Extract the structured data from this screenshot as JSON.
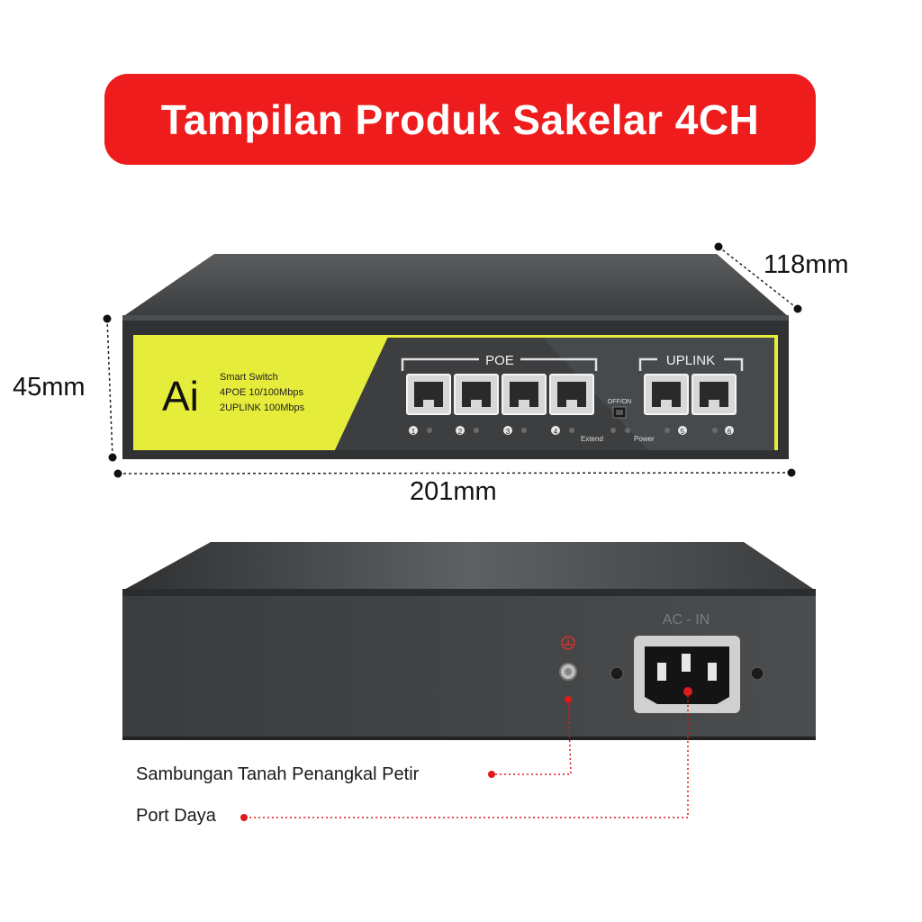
{
  "title": "Tampilan Produk Sakelar 4CH",
  "dimensions": {
    "depth": "118mm",
    "height": "45mm",
    "width": "201mm"
  },
  "front_panel": {
    "logo": "Ai",
    "model_lines": [
      "Smart Switch",
      "4POE 10/100Mbps",
      "2UPLINK 100Mbps"
    ],
    "poe_label": "POE",
    "uplink_label": "UPLINK",
    "port_numbers": [
      "1",
      "2",
      "3",
      "4",
      "5",
      "6"
    ],
    "switch_label": "OFF/ON",
    "extend_label": "Extend",
    "power_label": "Power"
  },
  "rear_panel": {
    "ac_label": "AC - IN"
  },
  "callouts": {
    "ground": "Sambungan Tanah Penangkal Petir",
    "power_port": "Port Daya"
  },
  "colors": {
    "banner": "#ee1c1c",
    "panel_yellow": "#e6ec3a",
    "body_dark": "#3c3e40",
    "callout_red": "#e0191b"
  }
}
